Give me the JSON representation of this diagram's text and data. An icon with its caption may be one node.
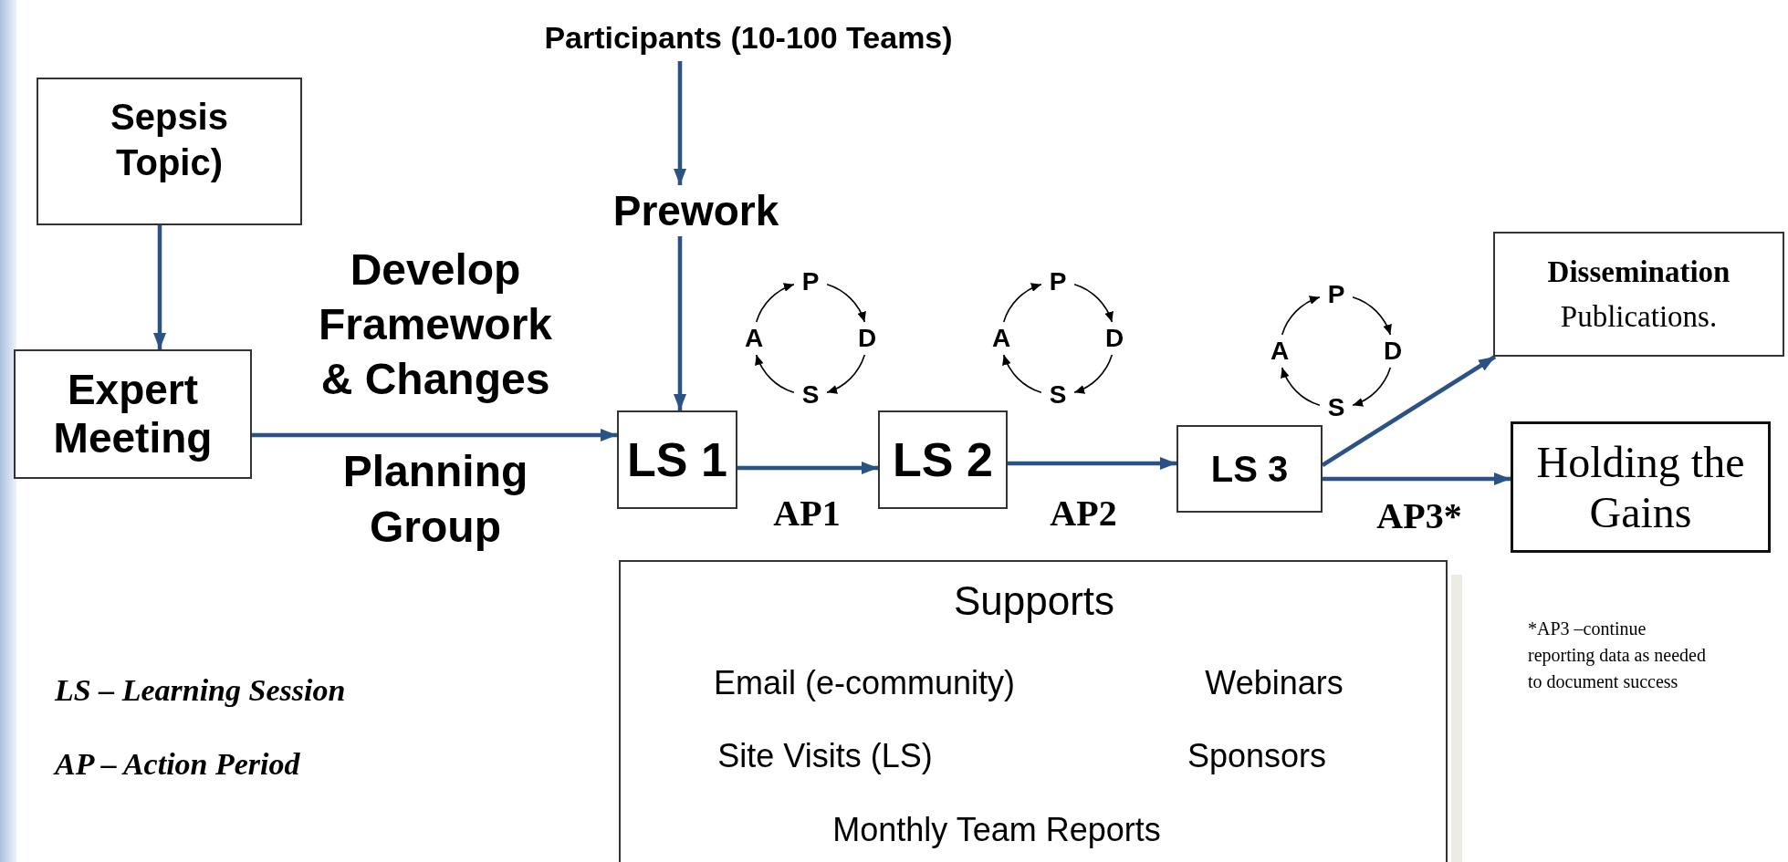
{
  "diagram": {
    "nodes": [
      {
        "text": [
          "Participants (10-100 Teams)"
        ]
      },
      {
        "text": [
          "Sepsis Topic)"
        ]
      },
      {
        "text": [
          "Prework"
        ]
      },
      {
        "text": [
          "Expert Meeting"
        ]
      },
      {
        "text": [
          "P"
        ]
      },
      {
        "text": [
          "D"
        ]
      },
      {
        "text": [
          "S"
        ]
      },
      {
        "text": [
          "A"
        ]
      },
      {
        "text": [
          "P"
        ]
      },
      {
        "text": [
          "D"
        ]
      },
      {
        "text": [
          "S"
        ]
      },
      {
        "text": [
          "A"
        ]
      },
      {
        "text": [
          "P"
        ]
      },
      {
        "text": [
          "D"
        ]
      },
      {
        "text": [
          "S"
        ]
      },
      {
        "text": [
          "A"
        ]
      },
      {
        "text": [
          "Dissemination",
          "Publications."
        ]
      },
      {
        "text": [
          "LS 1"
        ]
      },
      {
        "text": [
          "LS 2"
        ]
      },
      {
        "text": [
          "LS 3"
        ]
      },
      {
        "text": [
          "Holding the Gains"
        ]
      },
      {
        "text": [
          "Supports",
          "Email (e-community)",
          "Webinars",
          "Site Visits (LS)",
          "Sponsors",
          "Monthly Team Reports"
        ]
      }
    ],
    "edges": [
      {
        "from": 0,
        "to": 2,
        "arrow": "to",
        "color": "#2b5285"
      },
      {
        "from": 1,
        "to": 3,
        "arrow": "to",
        "color": "#2b5285"
      },
      {
        "from": 2,
        "to": 17,
        "arrow": "to",
        "color": "#2b5285"
      },
      {
        "from": 3,
        "to": 17,
        "arrow": "to",
        "color": "#2b5285"
      },
      {
        "from": 17,
        "to": 18,
        "arrow": "to",
        "label": "AP1",
        "color": "#2b5285"
      },
      {
        "from": 18,
        "to": 19,
        "arrow": "to",
        "label": "AP2",
        "color": "#2b5285"
      },
      {
        "from": 19,
        "to": 16,
        "arrow": "to",
        "color": "#2b5285"
      },
      {
        "from": 19,
        "to": 20,
        "arrow": "to",
        "label": "AP3*",
        "color": "#2b5285"
      },
      {
        "from": 4,
        "to": 5,
        "arrow": "to"
      },
      {
        "from": 5,
        "to": 6,
        "arrow": "to"
      },
      {
        "from": 6,
        "to": 7,
        "arrow": "to"
      },
      {
        "from": 7,
        "to": 4,
        "arrow": "to"
      },
      {
        "from": 8,
        "to": 9,
        "arrow": "to"
      },
      {
        "from": 9,
        "to": 10,
        "arrow": "to"
      },
      {
        "from": 10,
        "to": 11,
        "arrow": "to"
      },
      {
        "from": 11,
        "to": 8,
        "arrow": "to"
      },
      {
        "from": 12,
        "to": 13,
        "arrow": "to"
      },
      {
        "from": 13,
        "to": 14,
        "arrow": "to"
      },
      {
        "from": 14,
        "to": 15,
        "arrow": "to"
      },
      {
        "from": 15,
        "to": 12,
        "arrow": "to"
      }
    ],
    "labels": [
      "Develop Framework & Changes",
      "Planning Group",
      "LS – Learning Session",
      "AP – Action Period",
      "*AP3 –continue reporting data as needed to document success"
    ]
  }
}
